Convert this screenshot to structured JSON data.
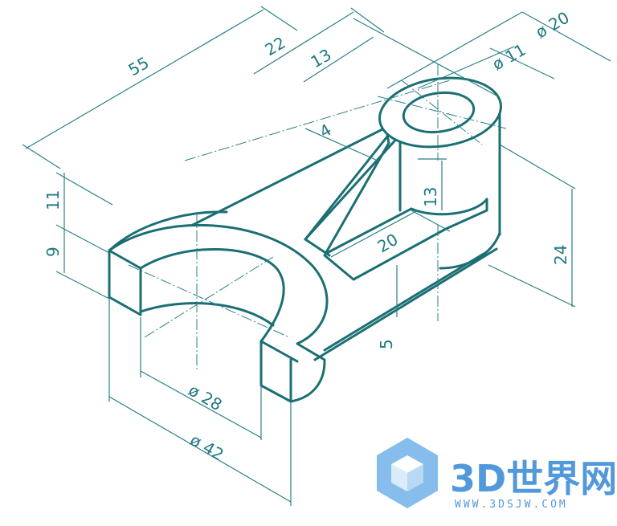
{
  "dimensions": {
    "overall_length": "55",
    "boss_offset": "22",
    "boss_inner": "13",
    "boss_outer_dia": "ø 20",
    "boss_hole_dia": "ø 11",
    "rib_thickness": "4",
    "rib_height": "13",
    "boss_height": "24",
    "plate_width": "20",
    "plate_thickness": "5",
    "fork_upper": "11",
    "fork_lower": "9",
    "fork_inner_dia": "ø 28",
    "fork_outer_dia": "ø 42"
  },
  "watermark": {
    "brand": "3D世界网",
    "url": "WWW.3DSJW.COM"
  },
  "colors": {
    "line": "#1b6f73",
    "watermark": "#3f8fd6"
  }
}
